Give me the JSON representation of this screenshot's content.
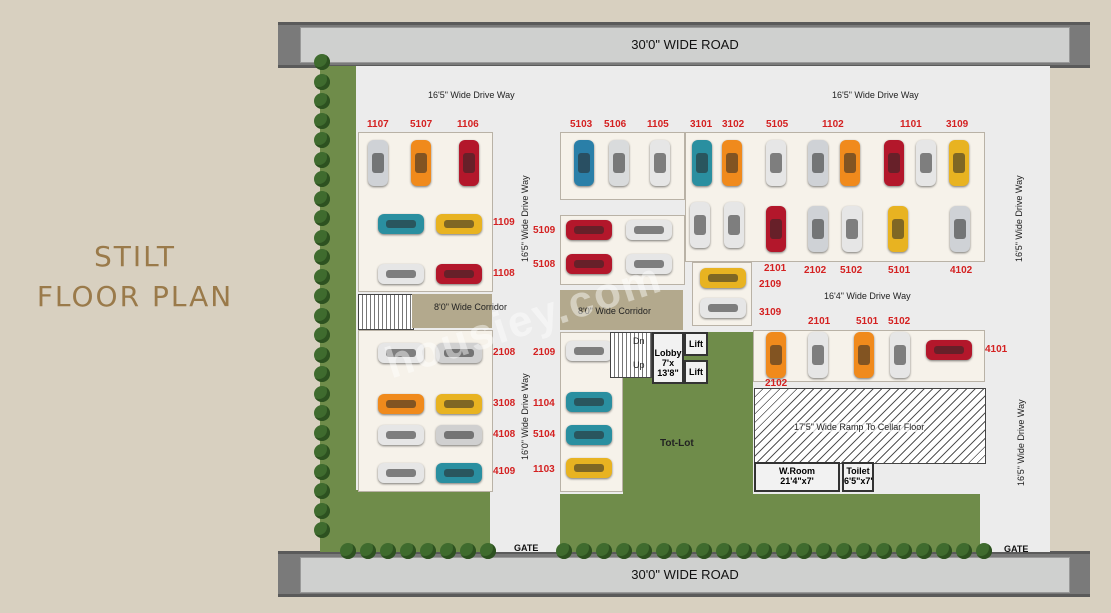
{
  "title": {
    "line1": "STILT",
    "line2": "FLOOR PLAN"
  },
  "roads": {
    "top": "30'0\" WIDE ROAD",
    "bottom": "30'0\" WIDE ROAD"
  },
  "driveways": {
    "top_left": "16'5\" Wide Drive Way",
    "top_right": "16'5\" Wide Drive Way",
    "vertical_left": "16'5\" Wide Drive Way",
    "vertical_right": "16'5\" Wide Drive Way",
    "middle_right": "16'4\" Wide Drive Way",
    "lower_left": "16'0\" Wide Drive Way",
    "lower_right": "16'5\" Wide Drive Way"
  },
  "corridors": {
    "left": "8'0\" Wide Corridor",
    "center": "8'0\" Wide Corridor"
  },
  "stairs": {
    "dn": "Dn",
    "up": "Up"
  },
  "lobby": {
    "label": "Lobby",
    "size1": "7'x",
    "size2": "13'8\""
  },
  "lifts": [
    "Lift",
    "Lift"
  ],
  "tot_lot": "Tot-Lot",
  "ramp": "17'5\" Wide Ramp To Cellar Floor",
  "wroom": {
    "label": "W.Room",
    "size": "21'4\"x7'"
  },
  "toilet": {
    "label": "Toilet",
    "size": "6'5\"x7'"
  },
  "gates": [
    "GATE",
    "GATE"
  ],
  "watermark": "housiey.com",
  "parking_numbers": {
    "top_row": [
      "1107",
      "5107",
      "1106",
      "5103",
      "5106",
      "1105",
      "3101",
      "3102",
      "5105",
      "1102",
      "1101",
      "3109"
    ],
    "left_col": [
      "1109",
      "1108",
      "2108",
      "3108",
      "4108",
      "4109"
    ],
    "center_col": [
      "5109",
      "5108",
      "2109",
      "1104",
      "5104",
      "1103"
    ],
    "mid_row": [
      "2101",
      "2102",
      "5102",
      "5101",
      "4102"
    ],
    "mid_right": [
      "2109",
      "3109"
    ],
    "lower_row": [
      "2101",
      "5101",
      "5102",
      "4101",
      "2102"
    ]
  },
  "colors": {
    "road": "#7a7a7a",
    "grass": "#6f8c4a",
    "label_red": "#d42121",
    "title_gold": "#9a7a4a"
  }
}
